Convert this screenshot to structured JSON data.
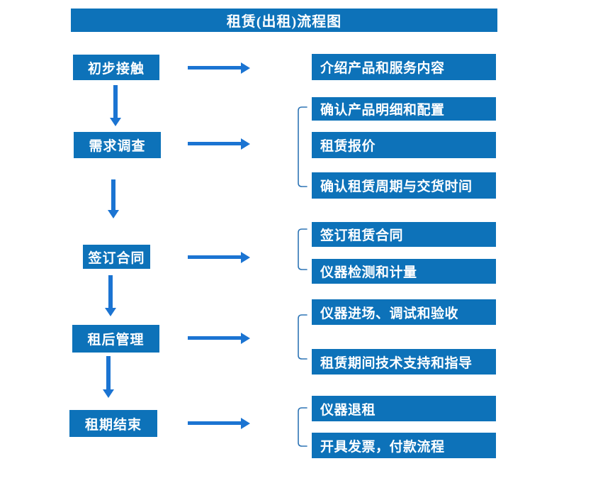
{
  "title": "租赁(出租)流程图",
  "colors": {
    "box": "#0d72b9",
    "arrow": "#1b74d2",
    "bracket": "#2e75b6",
    "text": "#ffffff",
    "background": "#ffffff"
  },
  "rows": [
    {
      "stage": "初步接触",
      "details": [
        "介绍产品和服务内容"
      ]
    },
    {
      "stage": "需求调查",
      "details": [
        "确认产品明细和配置",
        "租赁报价",
        "确认租赁周期与交货时间"
      ]
    },
    {
      "stage": "签订合同",
      "details": [
        "签订租赁合同",
        "仪器检测和计量"
      ]
    },
    {
      "stage": "租后管理",
      "details": [
        "仪器进场、调试和验收",
        "租赁期间技术支持和指导"
      ]
    },
    {
      "stage": "租期结束",
      "details": [
        "仪器退租",
        "开具发票，付款流程"
      ]
    }
  ]
}
